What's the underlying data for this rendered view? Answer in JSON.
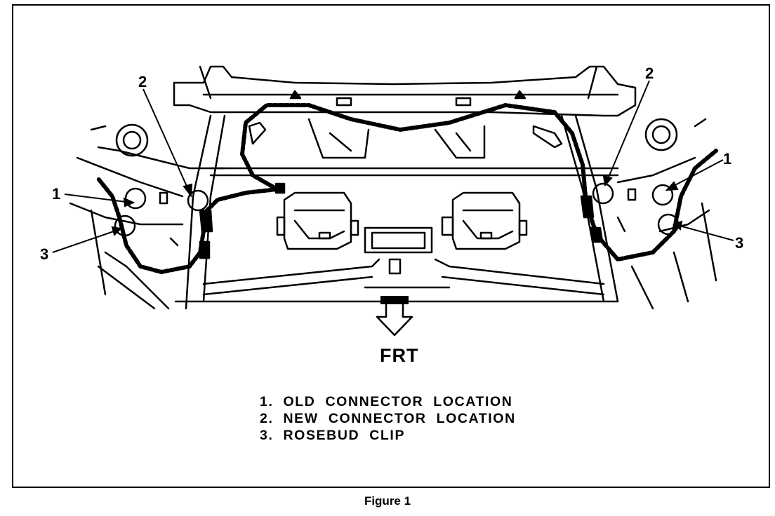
{
  "callouts": {
    "left_2": "2",
    "right_2": "2",
    "left_1": "1",
    "right_1": "1",
    "left_3": "3",
    "right_3": "3"
  },
  "direction_label": "FRT",
  "legend": [
    {
      "text": "1.  OLD  CONNECTOR  LOCATION"
    },
    {
      "text": "2.  NEW  CONNECTOR  LOCATION"
    },
    {
      "text": "3.  ROSEBUD  CLIP"
    }
  ],
  "caption": "Figure 1"
}
